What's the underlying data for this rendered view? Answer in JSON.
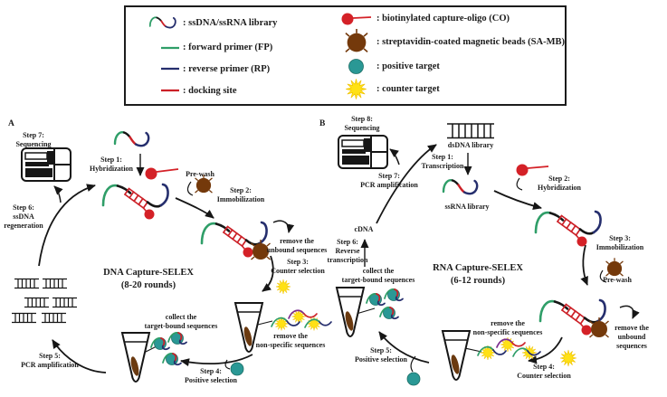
{
  "legend": {
    "items_left": [
      {
        "icon": "ssdna-ssrna-library-icon",
        "label": ": ssDNA/ssRNA library"
      },
      {
        "icon": "forward-primer-icon",
        "label": ": forward primer (FP)"
      },
      {
        "icon": "reverse-primer-icon",
        "label": ": reverse primer (RP)"
      },
      {
        "icon": "docking-site-icon",
        "label": ": docking site"
      }
    ],
    "items_right": [
      {
        "icon": "capture-oligo-icon",
        "label": ": biotinylated capture-oligo (CO)"
      },
      {
        "icon": "magnetic-bead-icon",
        "label": ": streptavidin-coated magnetic beads (SA-MB)"
      },
      {
        "icon": "positive-target-icon",
        "label": ": positive target"
      },
      {
        "icon": "counter-target-icon",
        "label": ": counter target"
      }
    ]
  },
  "panel_a": {
    "label": "A",
    "title": "DNA Capture-SELEX\n(8-20 rounds)",
    "step1": "Step 1:\nHybridization",
    "step2": "Step 2:\nImmobilization",
    "step3": "Step 3:\nCounter selection",
    "step4": "Step 4:\nPositive selection",
    "step5": "Step 5:\nPCR amplification",
    "step6": "Step 6:\nssDNA\nregeneration",
    "step7": "Step 7:\nSequencing",
    "prewash": "Pre-wash",
    "remove_unbound": "remove the\nunbound sequences",
    "remove_nonspecific": "remove the\nnon-specific sequences",
    "collect": "collect the\ntarget-bound sequences"
  },
  "panel_b": {
    "label": "B",
    "title": "RNA Capture-SELEX\n(6-12 rounds)",
    "step1": "Step 1:\nTranscription",
    "step2": "Step 2:\nHybridization",
    "step3": "Step 3:\nImmobilization",
    "step4": "Step 4:\nCounter selection",
    "step5": "Step 5:\nPositive selection",
    "step6": "Step 6:\nReverse\ntranscription",
    "step7": "Step 7:\nPCR amplification",
    "step8": "Step 8:\nSequencing",
    "dsdna_library": "dsDNA library",
    "ssrna_library": "ssRNA library",
    "cdna": "cDNA",
    "prewash": "Pre-wash",
    "remove_unbound": "remove the\nunbound sequences",
    "remove_nonspecific": "remove the\nnon-specific sequences",
    "collect": "collect the\ntarget-bound sequences"
  },
  "colors": {
    "forward_primer": "#2f9e68",
    "reverse_primer": "#252e6d",
    "docking_site": "#cc2027",
    "capture_oligo": "#d42127",
    "magnetic_bead": "#74390b",
    "positive_target": "#2a9895",
    "counter_target": "#ffe115",
    "ink": "#1b1b1b"
  }
}
